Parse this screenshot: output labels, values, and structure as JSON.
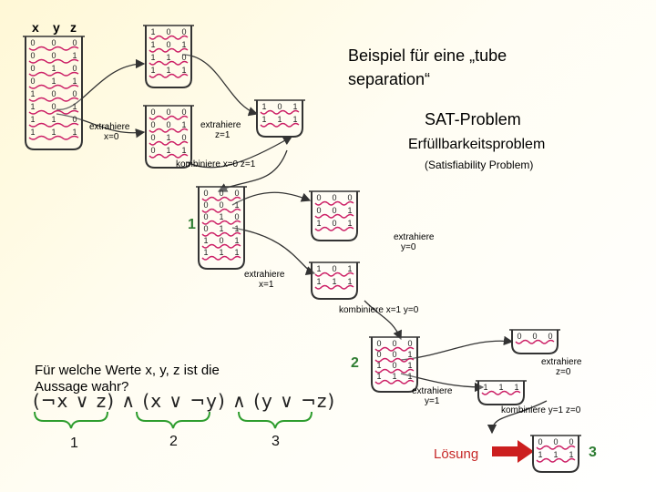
{
  "title": [
    "Beispiel für eine „tube",
    "separation“"
  ],
  "sat_label": "SAT-Problem",
  "erfuellbarkeit": "Erfüllbarkeitsproblem",
  "satisfiability": "(Satisfiability Problem)",
  "question": [
    "Für welche Werte x, y, z ist die",
    "Aussage wahr?"
  ],
  "formula": "(¬x ∨ z) ∧ (x ∨ ¬y) ∧ (y ∨ ¬z)",
  "clause_numbers": [
    "1",
    "2",
    "3"
  ],
  "step_numbers": [
    "1",
    "2",
    "3"
  ],
  "loesung": "Lösung",
  "column_headers": [
    "x",
    "y",
    "z"
  ],
  "labels": {
    "extract_x0": [
      "extrahiere",
      "x=0"
    ],
    "extract_z1": [
      "extrahiere",
      "z=1"
    ],
    "combine_x0_z1": "kombiniere x=0 z=1",
    "extract_y0": [
      "extrahiere",
      "y=0"
    ],
    "extract_x1": [
      "extrahiere",
      "x=1"
    ],
    "combine_x1_y0": "kombiniere x=1 y=0",
    "extract_y1": [
      "extrahiere",
      "y=1"
    ],
    "extract_z0": [
      "extrahiere",
      "z=0"
    ],
    "combine_y1_z0": "kombiniere y=1 z=0"
  },
  "tubes": {
    "start": [
      "000",
      "001",
      "010",
      "011",
      "100",
      "101",
      "110",
      "111"
    ],
    "x0": [
      "000",
      "001",
      "010",
      "011"
    ],
    "x1": [
      "100",
      "101",
      "110",
      "111"
    ],
    "x1z1": [
      "101",
      "111"
    ],
    "x0z": [
      "000",
      "001",
      "010",
      "011"
    ],
    "step1": [
      "000",
      "001",
      "010",
      "011",
      "101",
      "111"
    ],
    "s1_y0": [
      "000",
      "001",
      "101"
    ],
    "s1_x1": [
      "101",
      "111"
    ],
    "step2": [
      "000",
      "001",
      "101",
      "111"
    ],
    "s2_y1": [
      "111"
    ],
    "s2_z0": [
      "000"
    ],
    "result": [
      "000",
      "111"
    ]
  },
  "colors": {
    "wave": "#cc1f66",
    "tube": "#333333",
    "arrow": "#cc1f1f",
    "brace": "#2e9d2e"
  }
}
